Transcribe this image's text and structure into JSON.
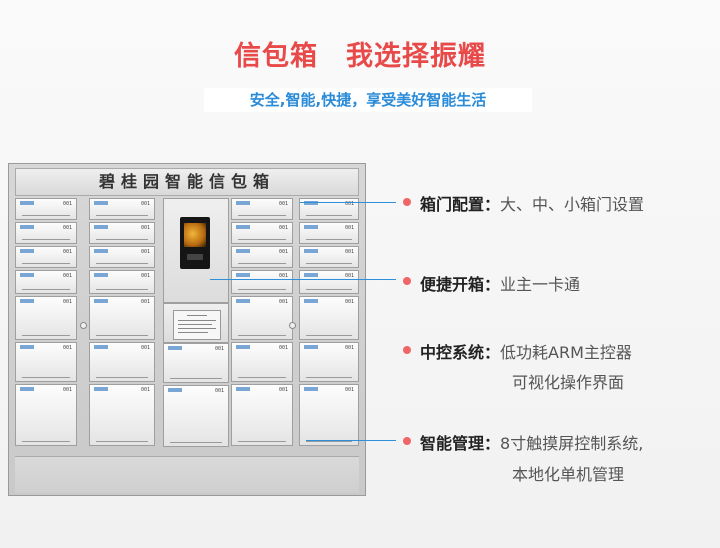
{
  "page": {
    "title": "信包箱　我选择振耀",
    "subtitle": "安全,智能,快捷，享受美好智能生活"
  },
  "cabinet": {
    "header": "碧桂园智能信包箱",
    "door_number": "001"
  },
  "features": [
    {
      "label": "箱门配置：",
      "text": "大、中、小箱门设置",
      "text2": ""
    },
    {
      "label": "便捷开箱：",
      "text": "业主一卡通",
      "text2": ""
    },
    {
      "label": "中控系统：",
      "text": "低功耗ARM主控器",
      "text2": "可视化操作界面"
    },
    {
      "label": "智能管理：",
      "text": "8寸触摸屏控制系统,",
      "text2": "本地化单机管理"
    }
  ],
  "colors": {
    "title": "#e84a4a",
    "subtitle": "#2a8bd8",
    "bullet": "#f06565",
    "line": "#2e90d8"
  }
}
